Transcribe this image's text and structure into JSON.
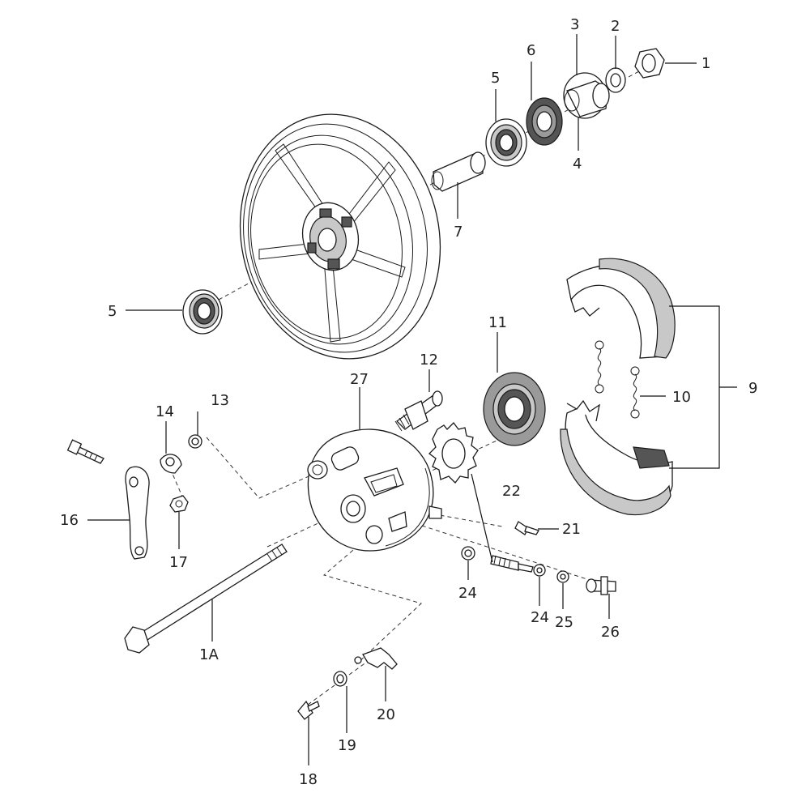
{
  "labels": {
    "p1": "1",
    "p2": "2",
    "p3": "3",
    "p4": "4",
    "p5a": "5",
    "p5b": "5",
    "p6": "6",
    "p7": "7",
    "p9": "9",
    "p10": "10",
    "p11": "11",
    "p12": "12",
    "p13": "13",
    "p14": "14",
    "p16": "16",
    "p17": "17",
    "p1a": "1A",
    "p18": "18",
    "p19": "19",
    "p20": "20",
    "p21": "21",
    "p22": "22",
    "p24a": "24",
    "p24b": "24",
    "p25": "25",
    "p26": "26",
    "p27": "27"
  }
}
